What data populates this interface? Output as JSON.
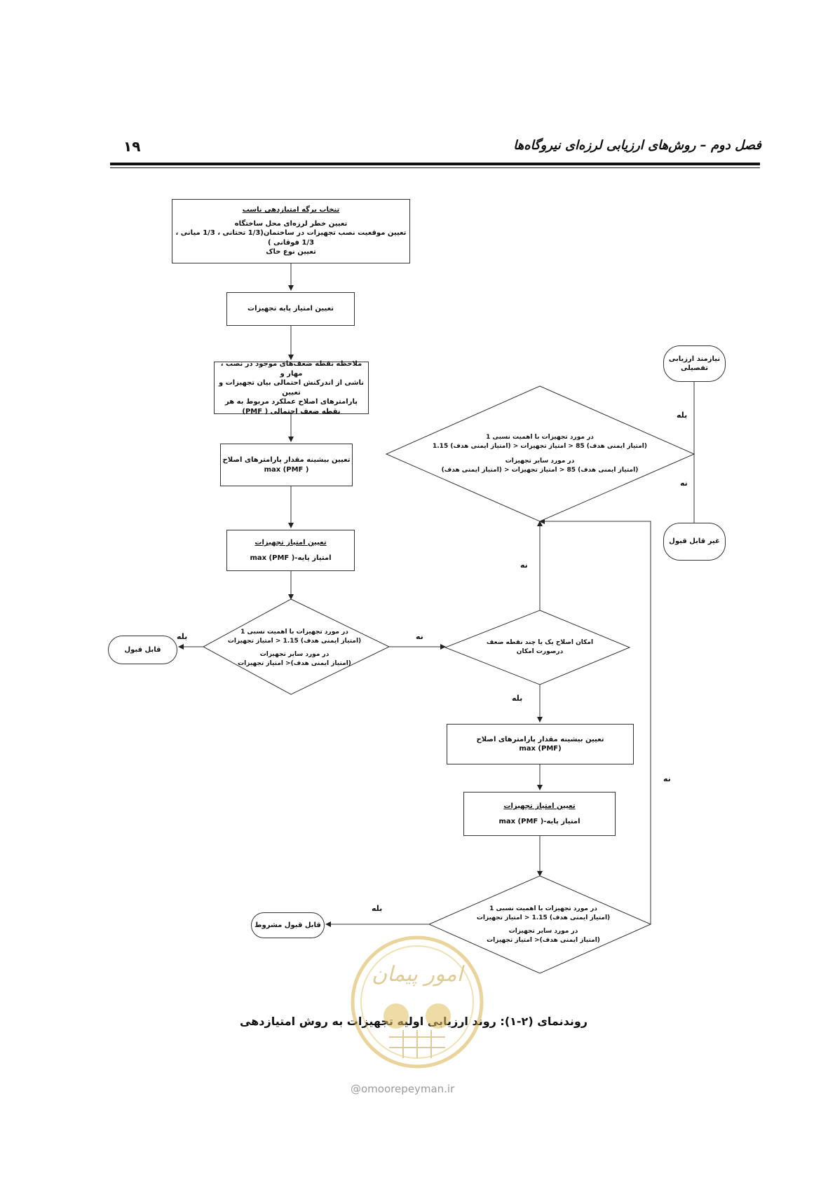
{
  "page": {
    "number": "۱۹",
    "header": "فصل دوم – روش‌های ارزیابی لرزه‌ای نیروگاه‌ها"
  },
  "boxes": {
    "b1": {
      "title": "تنخاب برگه امتیازدهی ناسب",
      "lines": [
        "تعیین خطر لرزه‌ای محل ساختگاه",
        "تعیین موقعیت نصب تجهیزات در ساختمان(1/3 تحتانی ، 1/3 میانی ، 1/3 فوقانی )",
        "تعیین نوع خاک"
      ]
    },
    "b2": {
      "lines": [
        "تعیین امتیاز پایه تجهیزات"
      ]
    },
    "b3": {
      "lines": [
        "ملاحظه نقطه ضعف‌های موجود در نصب ، مهار و",
        "ناشی از اندرکنش احتمالی بیان تجهیزات و تعیین",
        "پارامترهای اصلاح عملکرد مربوط به هر",
        "نقطه ضعف احتمالی ( PMF)"
      ]
    },
    "b4": {
      "lines": [
        "تعیین بیشینه مقدار پارامترهای اصلاح",
        "max (PMF )"
      ]
    },
    "b5": {
      "title": "تعیین امتیاز تجهیزات",
      "lines": [
        "امتیاز پایه-max (PMF )"
      ]
    },
    "b6": {
      "lines": [
        "تعیین بیشینه مقدار پارامترهای اصلاح",
        "max (PMF)"
      ]
    },
    "b7": {
      "title": "تعیین امتیاز تجهیزات",
      "lines": [
        "امتیاز پایه-max (PMF )"
      ]
    }
  },
  "terminals": {
    "t1": "نیازمند ارزیابی تفصیلی",
    "t2": "غیر قابل قبول",
    "t3": "قابل قبول",
    "t4": "قابل قبول مشروط"
  },
  "diamonds": {
    "d1": [
      "در مورد تجهیزات با اهمیت نسبی 1",
      "(امتیاز ایمنی هدف) 1.15 < امتیاز تجهیزات",
      "در مورد سایر تجهیزات",
      "(امتیاز ایمنی هدف)< امتیاز تجهیزات"
    ],
    "d2": [
      "امکان اصلاح یک یا چند نقطه ضعف",
      "درصورت امکان"
    ],
    "d3": [
      "در مورد تجهیزات با اهمیت نسبی 1",
      "(امتیاز ایمنی هدف) 85 < امتیاز تجهیزات < (امتیاز ایمنی هدف) 1.15",
      "در مورد سایر تجهیزات",
      "(امتیاز ایمنی هدف) 85 < امتیاز تجهیزات < (امتیاز ایمنی هدف)"
    ],
    "d4": [
      "در مورد تجهیزات با اهمیت نسبی 1",
      "(امتیاز ایمنی هدف) 1.15 < امتیاز تجهیزات",
      "در مورد سایر تجهیزات",
      "(امتیاز ایمنی هدف)< امتیاز تجهیزات"
    ]
  },
  "labels": {
    "yes": "بله",
    "no": "نه"
  },
  "caption": "روندنمای (۲-۱): روند ارزیابی اولیه تجهیزات به روش امتیازدهی",
  "watermark": {
    "text": "@omoorepeyman.ir",
    "logo_text": "امور پیمان"
  }
}
